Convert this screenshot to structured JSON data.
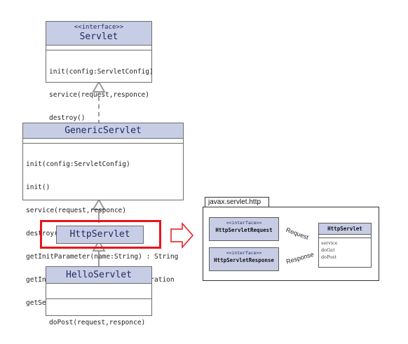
{
  "servlet": {
    "stereotype": "<<interface>>",
    "name": "Servlet",
    "methods": [
      "init(config:ServletConfig)",
      "service(request,responce)",
      "destroy()"
    ]
  },
  "generic_servlet": {
    "name": "GenericServlet",
    "methods": [
      "init(config:ServletConfig)",
      "init()",
      "service(request,responce)",
      "destroy()",
      "getInitParameter(name:String) : String",
      "getInitParameterNames() : Enumeration",
      "getServletName() : String"
    ]
  },
  "http_servlet": {
    "name": "HttpServlet"
  },
  "hello_servlet": {
    "name": "HelloServlet",
    "methods": [
      "doPost(request,responce)"
    ]
  },
  "package": {
    "name": "javax.servlet.http",
    "request_box": {
      "stereotype": "<<interface>>",
      "name": "HttpServletRequest"
    },
    "response_box": {
      "stereotype": "<<interface>>",
      "name": "HttpServletResponse"
    },
    "http_servlet_box": {
      "name": "HttpServlet",
      "methods": [
        "service",
        "doGet",
        "doPost"
      ]
    },
    "request_label": "Request",
    "response_label": "Response"
  },
  "colors": {
    "class_header": "#c8cde6",
    "highlight": "#e8141b",
    "arrow": "#e8141b"
  }
}
